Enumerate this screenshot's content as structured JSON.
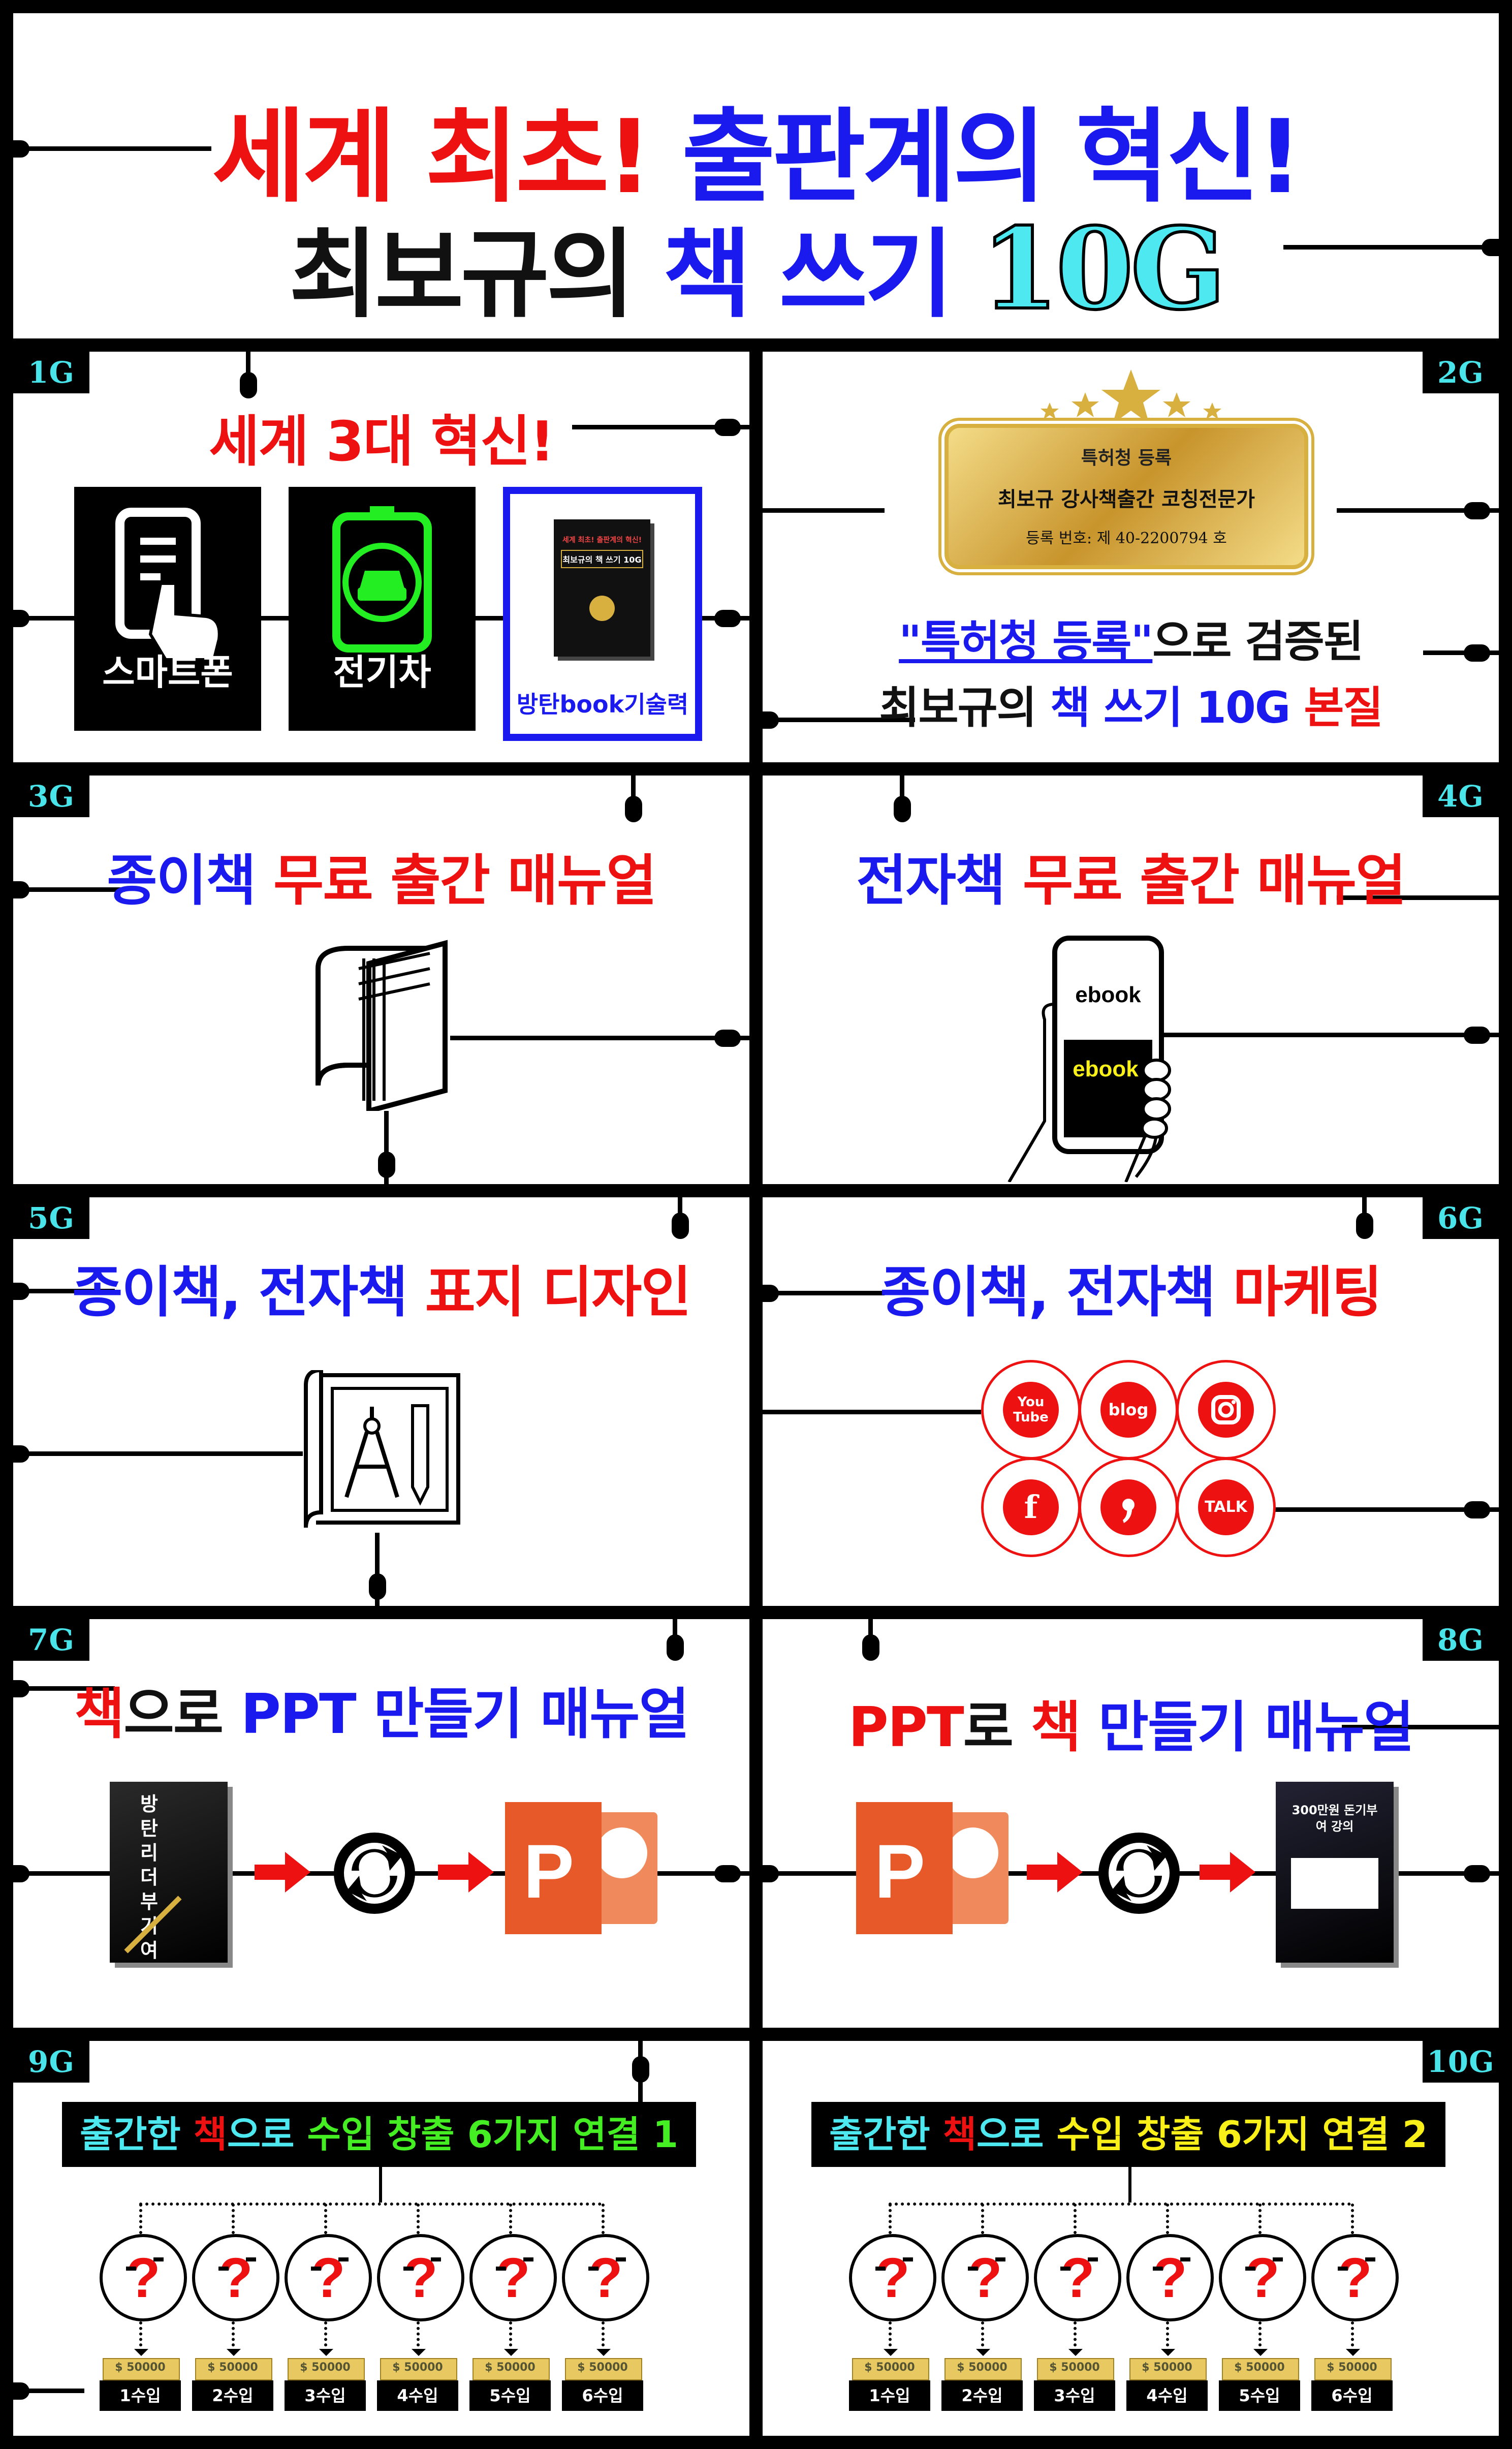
{
  "header": {
    "line1_red": "세계 최초!",
    "line1_blue": "출판계의 혁신!",
    "line2_black": "최보규의",
    "line2_blue": "책 쓰기",
    "line2_badge": "10G"
  },
  "panels": {
    "g1": {
      "label": "1G",
      "title": "세계 3대 혁신!",
      "items": [
        {
          "caption": "스마트폰",
          "icon": "smartphone-touch-icon"
        },
        {
          "caption": "전기차",
          "icon": "electric-car-battery-icon"
        },
        {
          "caption": "방탄book기술력",
          "icon": "book-cover-icon"
        }
      ],
      "book_title": "최보규의 책 쓰기 10G",
      "book_sub": "세계 최초! 출판계의 혁신!"
    },
    "g2": {
      "label": "2G",
      "plaque_top": "특허청 등록",
      "plaque_main": "최보규 강사책출간 코칭전문가",
      "plaque_no": "등록 번호: 제 40-2200794 호",
      "line1_quote": "\"특허청 등록\"",
      "line1_rest": "으로 검증된",
      "line2_black": "최보규의",
      "line2_blue": "책 쓰기 10G",
      "line2_red": "본질"
    },
    "g3": {
      "label": "3G",
      "title_blue": "종이책",
      "title_red": "무료 출간 매뉴얼",
      "icon": "open-book-icon"
    },
    "g4": {
      "label": "4G",
      "title_blue": "전자책",
      "title_red": "무료 출간 매뉴얼",
      "icon": "hand-phone-ebook-icon",
      "ebook1": "ebook",
      "ebook2": "ebook"
    },
    "g5": {
      "label": "5G",
      "title_blue": "종이책, 전자책",
      "title_red": "표지 디자인",
      "icon": "blueprint-compass-pen-icon"
    },
    "g6": {
      "label": "6G",
      "title_blue": "종이책, 전자책",
      "title_red": "마케팅",
      "socials": [
        "You Tube",
        "blog",
        "instagram-icon",
        "f",
        "kakao-comma-icon",
        "TALK"
      ]
    },
    "g7": {
      "label": "7G",
      "title_red": "책",
      "title_mid": "으로",
      "title_blue": "PPT 만들기 매뉴얼",
      "book_title": "방탄리더 부기 여",
      "ppt_letter": "P"
    },
    "g8": {
      "label": "8G",
      "title_red": "PPT",
      "title_mid": "로",
      "title_red2": "책",
      "title_blue": "만들기 매뉴얼",
      "ppt_letter": "P",
      "book_title": "300만원 돈기부여 강의"
    },
    "g9": {
      "label": "9G",
      "bar_a": "출간한",
      "bar_b": "책",
      "bar_c": "으로",
      "bar_d": "수입 창출 6가지 연결 1",
      "cash_text": "$ 50000",
      "incomes": [
        "1수입",
        "2수입",
        "3수입",
        "4수입",
        "5수입",
        "6수입"
      ]
    },
    "g10": {
      "label": "10G",
      "bar_a": "출간한",
      "bar_b": "책",
      "bar_c": "으로",
      "bar_d": "수입 창출 6가지 연결 2",
      "cash_text": "$ 50000",
      "incomes": [
        "1수입",
        "2수입",
        "3수입",
        "4수입",
        "5수입",
        "6수입"
      ]
    }
  },
  "colors": {
    "red": "#ee1111",
    "blue": "#1a1aee",
    "cyan": "#4ee8f0",
    "green": "#44ee22",
    "yellow": "#f8f018",
    "gold": "#d8b040",
    "ppt": "#e8592a"
  }
}
